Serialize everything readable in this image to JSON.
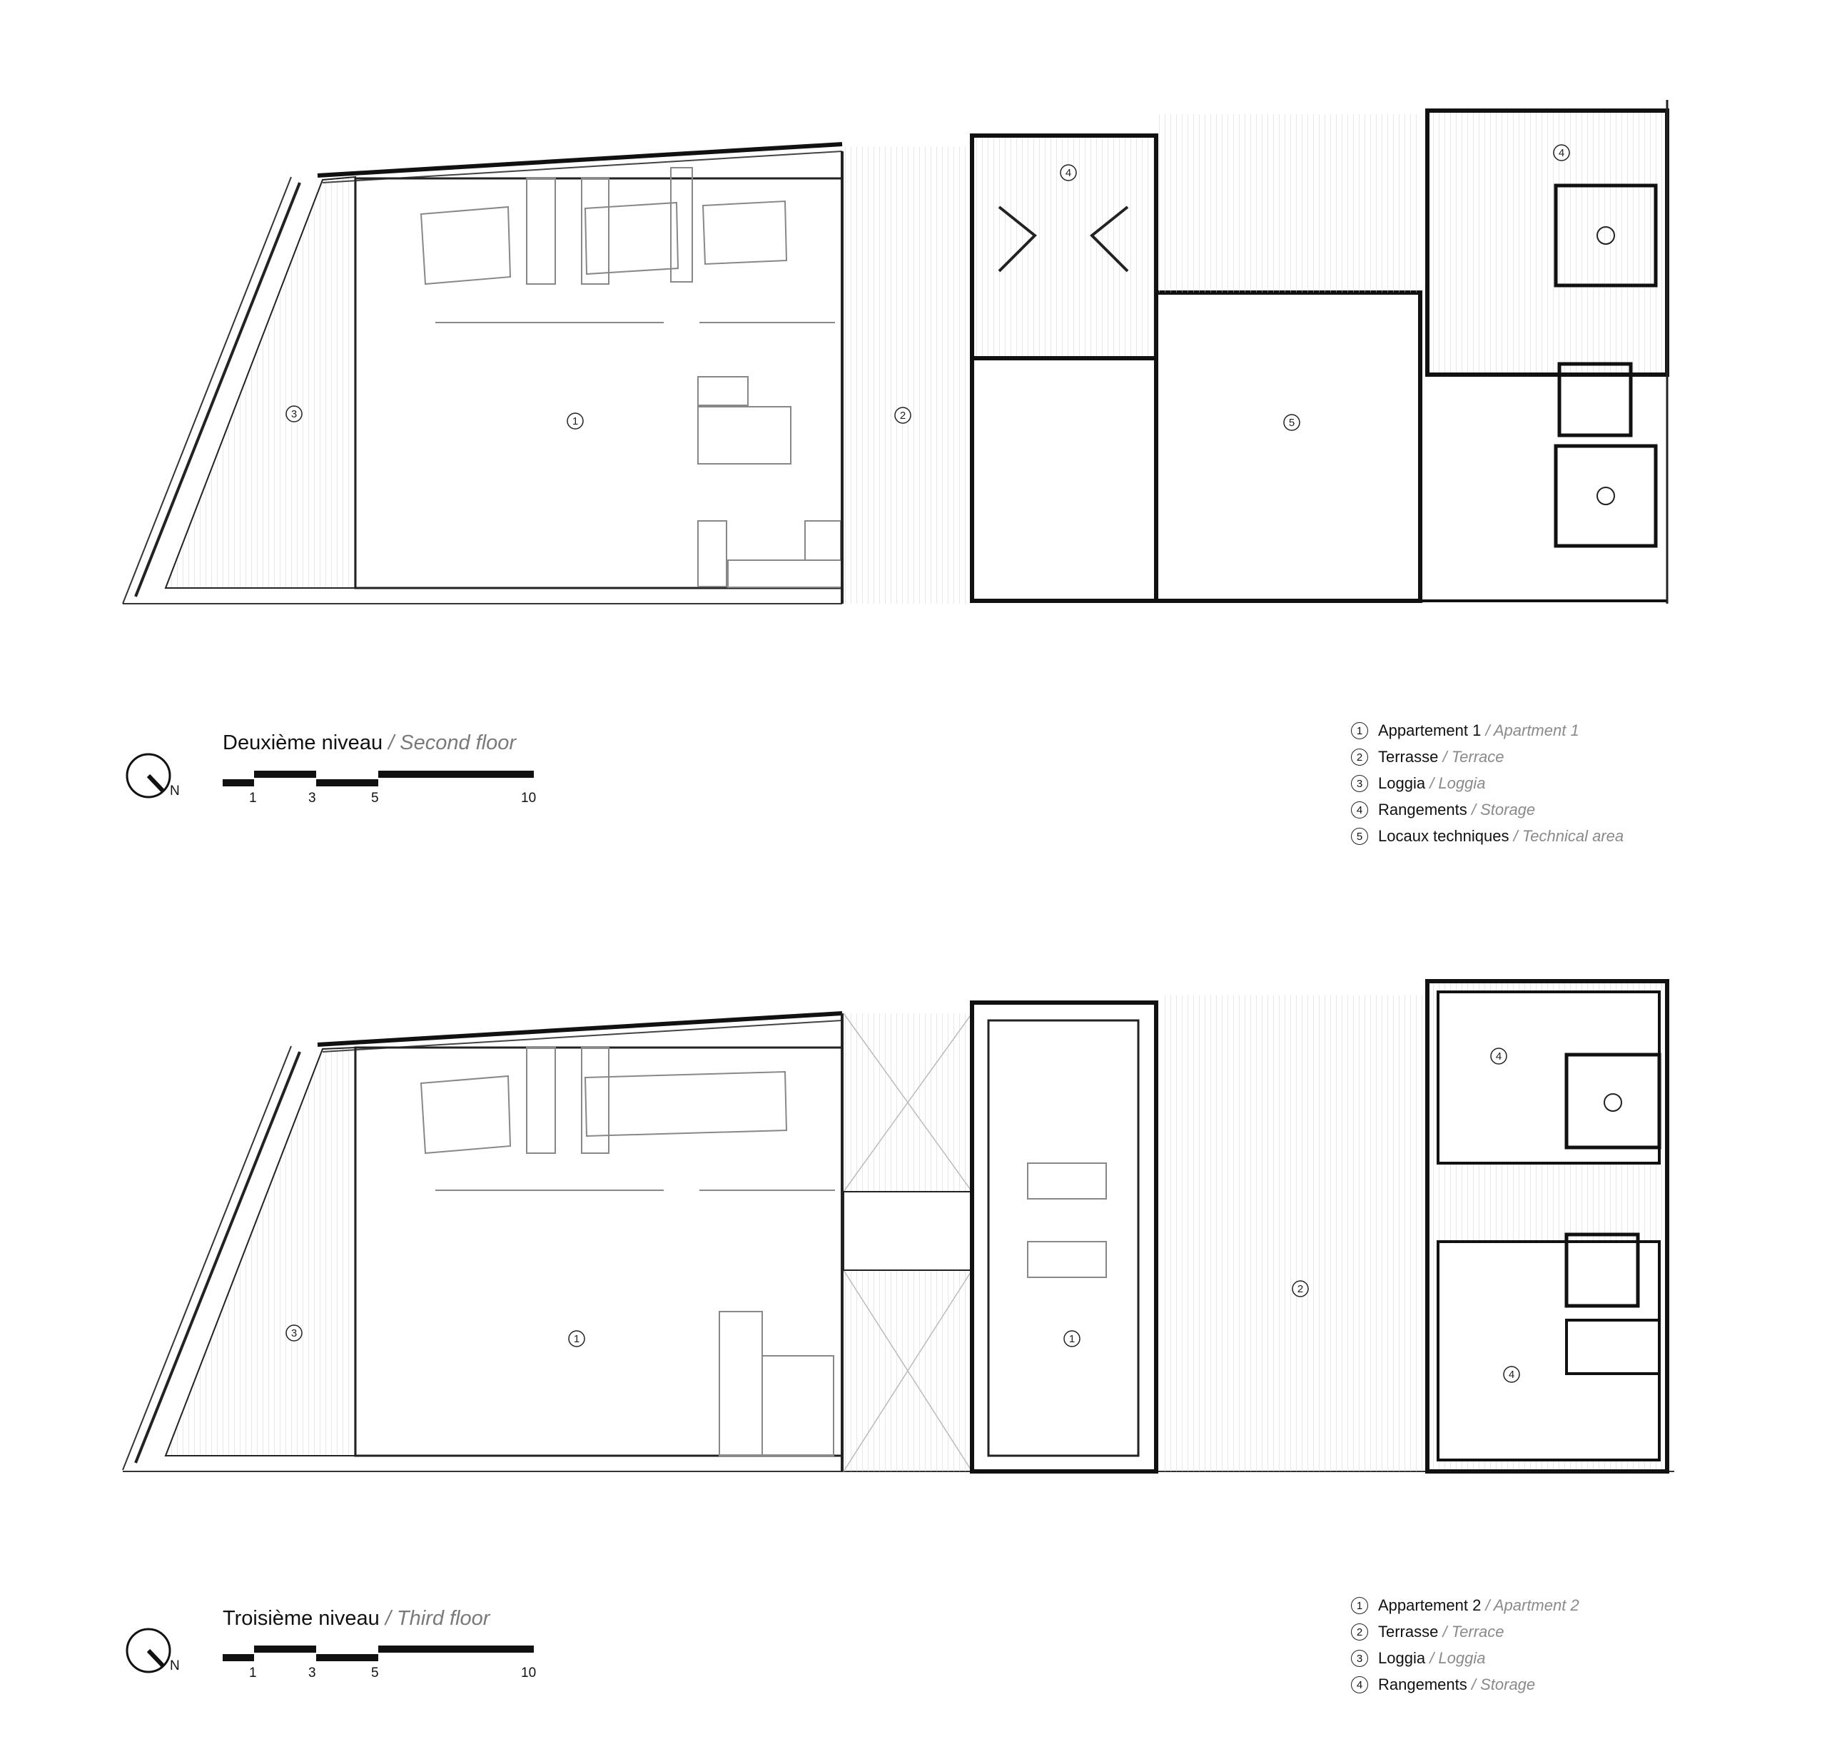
{
  "floors": [
    {
      "id": "second",
      "title_fr": "Deuxième niveau",
      "title_en": "/ Second floor",
      "north": "N",
      "scale_labels": [
        "1",
        "3",
        "5",
        "10"
      ],
      "legend": [
        {
          "num": "1",
          "fr": "Appartement 1",
          "en": "/ Apartment 1"
        },
        {
          "num": "2",
          "fr": "Terrasse",
          "en": "/ Terrace"
        },
        {
          "num": "3",
          "fr": "Loggia",
          "en": "/ Loggia"
        },
        {
          "num": "4",
          "fr": "Rangements",
          "en": "/ Storage"
        },
        {
          "num": "5",
          "fr": "Locaux techniques",
          "en": "/ Technical area"
        }
      ],
      "room_labels": [
        "3",
        "1",
        "2",
        "4",
        "5",
        "4"
      ]
    },
    {
      "id": "third",
      "title_fr": "Troisième niveau",
      "title_en": "/ Third floor",
      "north": "N",
      "scale_labels": [
        "1",
        "3",
        "5",
        "10"
      ],
      "legend": [
        {
          "num": "1",
          "fr": "Appartement 2",
          "en": "/ Apartment  2"
        },
        {
          "num": "2",
          "fr": "Terrasse",
          "en": "/ Terrace"
        },
        {
          "num": "3",
          "fr": "Loggia",
          "en": "/ Loggia"
        },
        {
          "num": "4",
          "fr": "Rangements",
          "en": "/ Storage"
        }
      ],
      "room_labels": [
        "3",
        "1",
        "1",
        "2",
        "4",
        "4"
      ]
    }
  ]
}
